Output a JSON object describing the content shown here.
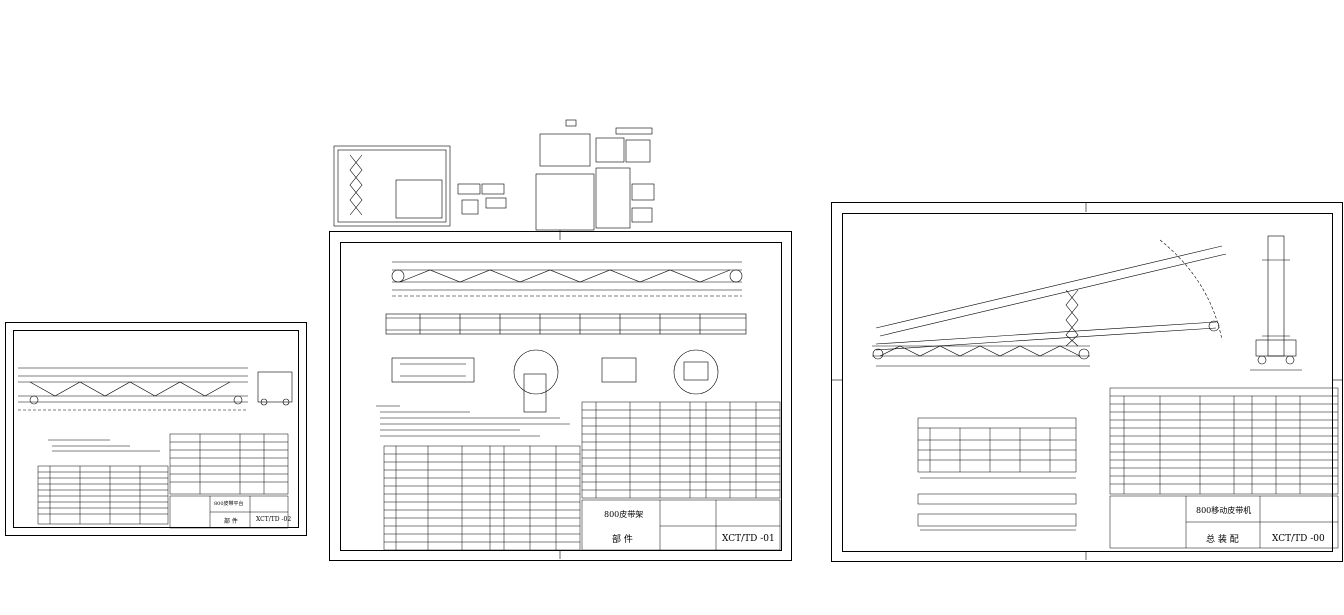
{
  "sheets": {
    "left": {
      "drawing_title": "800皮带平台",
      "part_label": "部 件",
      "drawing_no": "XCT/TD -02"
    },
    "middle": {
      "drawing_title": "800皮带架",
      "part_label": "部 件",
      "drawing_no": "XCT/TD -01"
    },
    "right": {
      "drawing_title": "800移动皮带机",
      "part_label": "总 装 配",
      "drawing_no": "XCT/TD -00"
    }
  },
  "colors": {
    "line": "#000000",
    "background": "#ffffff"
  }
}
